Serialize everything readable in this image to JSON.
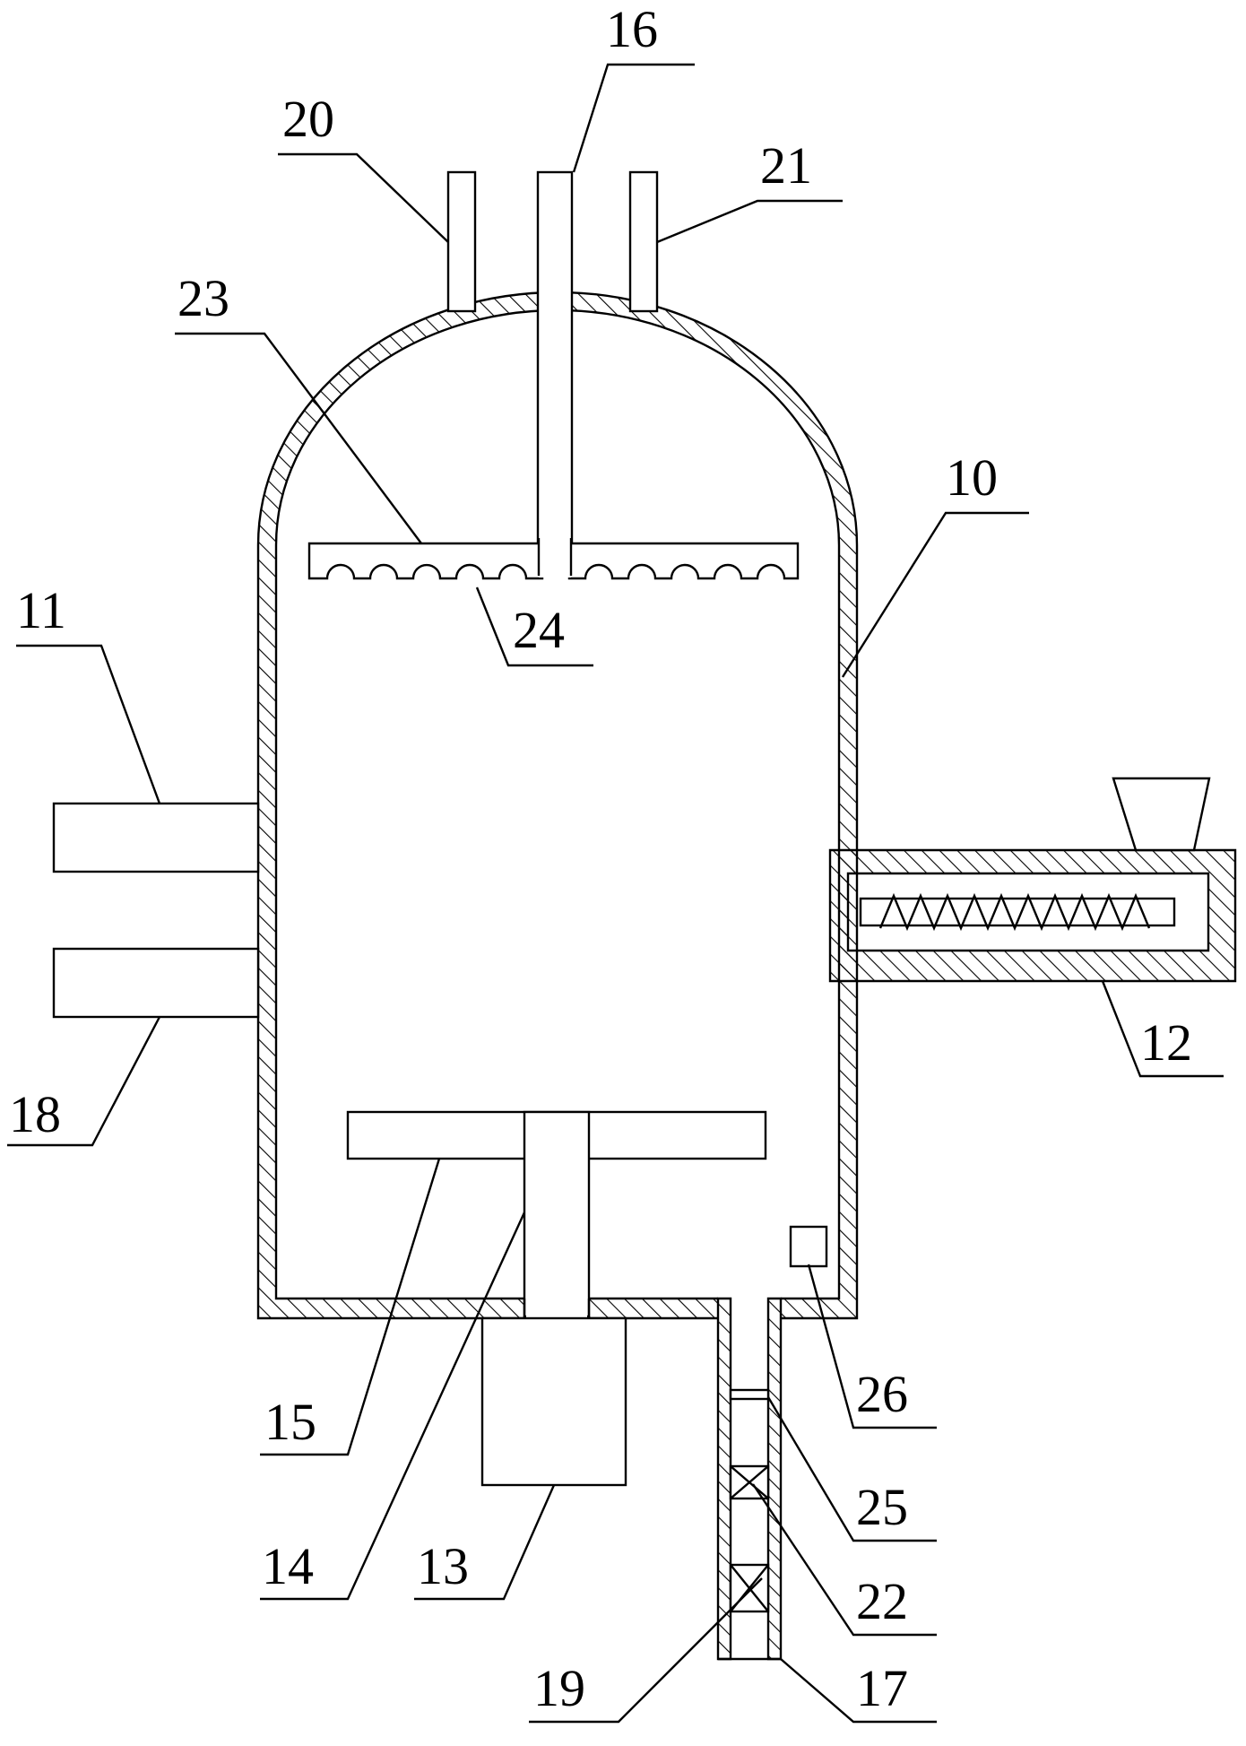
{
  "labels": {
    "l10": "10",
    "l11": "11",
    "l12": "12",
    "l13": "13",
    "l14": "14",
    "l15": "15",
    "l16": "16",
    "l17": "17",
    "l18": "18",
    "l19": "19",
    "l20": "20",
    "l21": "21",
    "l22": "22",
    "l23": "23",
    "l24": "24",
    "l25": "25",
    "l26": "26"
  }
}
